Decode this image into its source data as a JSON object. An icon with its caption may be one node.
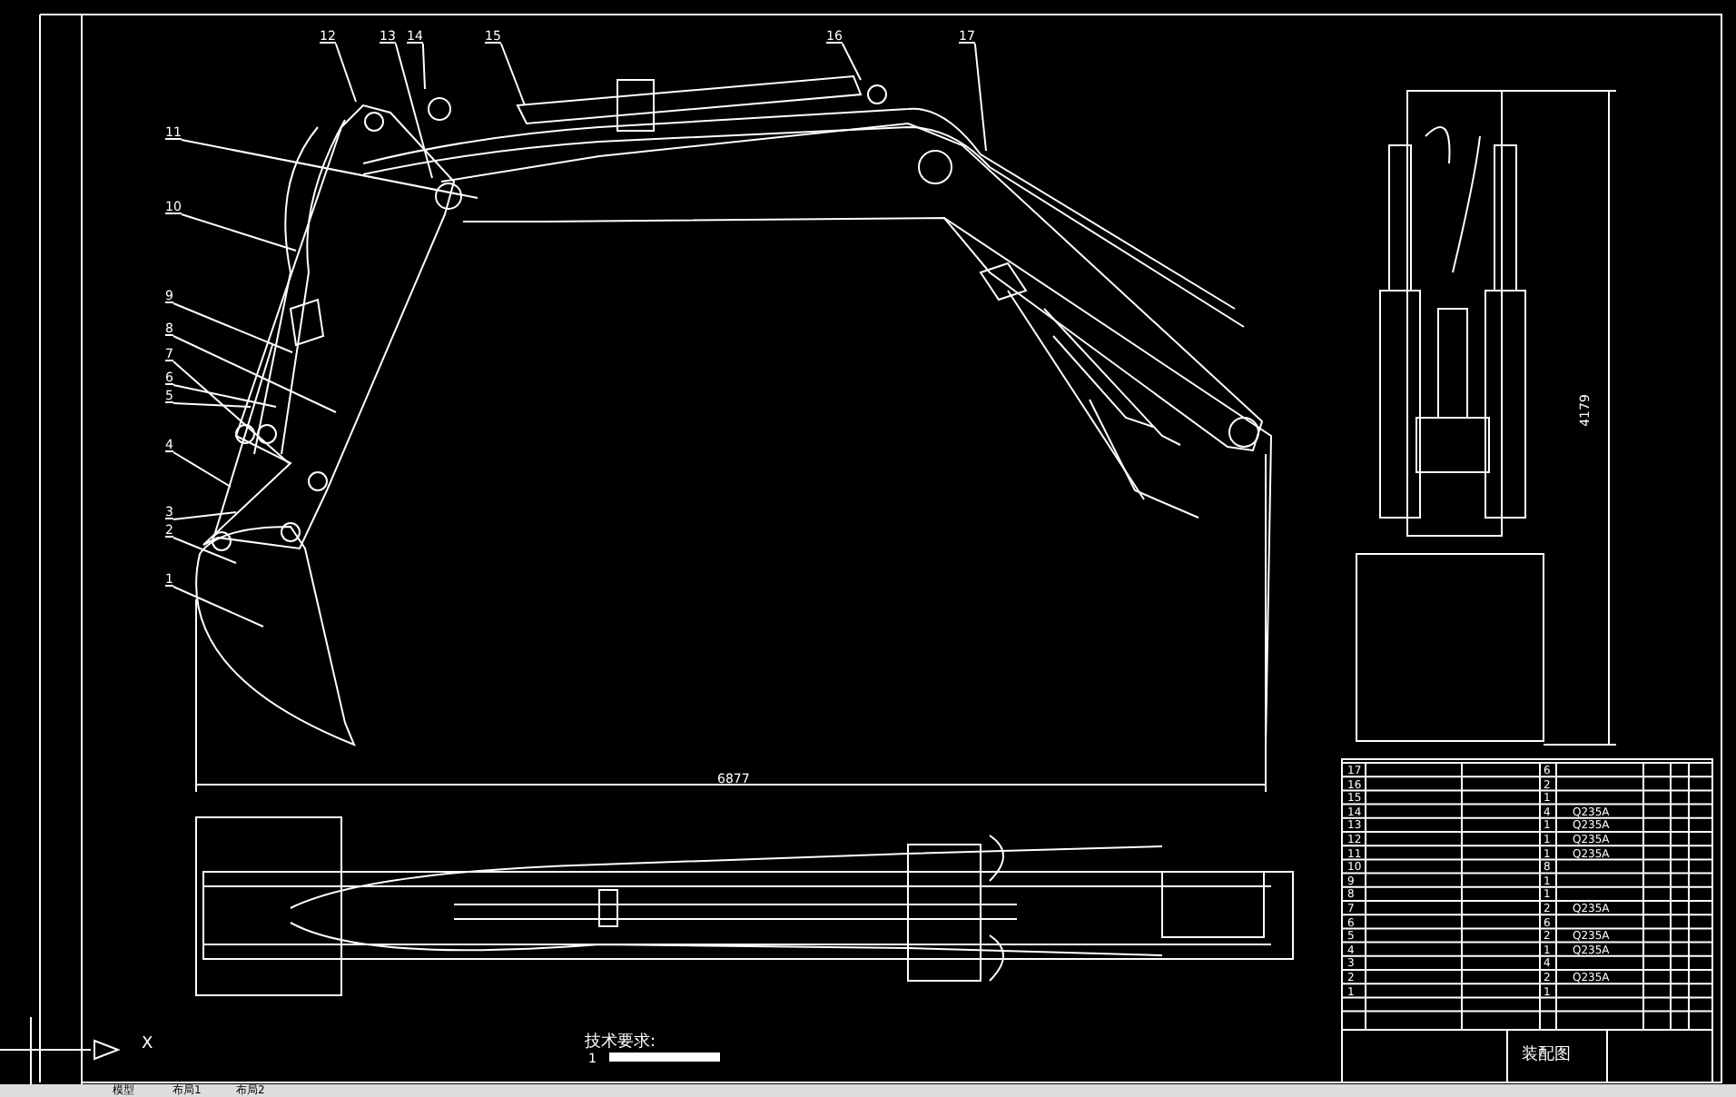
{
  "diagram": {
    "nodes": [
      {
        "text": [
          "12"
        ]
      },
      {
        "text": [
          "13"
        ]
      },
      {
        "text": [
          "14"
        ]
      },
      {
        "text": [
          "15"
        ]
      },
      {
        "text": [
          "16"
        ]
      },
      {
        "text": [
          "17"
        ]
      },
      {
        "text": [
          "11"
        ]
      },
      {
        "text": [
          "10"
        ]
      },
      {
        "text": [
          "9"
        ]
      },
      {
        "text": [
          "8"
        ]
      },
      {
        "text": [
          "7"
        ]
      },
      {
        "text": [
          "6"
        ]
      },
      {
        "text": [
          "5"
        ]
      },
      {
        "text": [
          "4"
        ]
      },
      {
        "text": [
          "3"
        ]
      },
      {
        "text": [
          "2"
        ]
      },
      {
        "text": [
          "1"
        ]
      }
    ],
    "edges": [
      {
        "from": 0,
        "to": null,
        "arrow": "none"
      },
      {
        "from": 1,
        "to": null,
        "arrow": "none"
      },
      {
        "from": 2,
        "to": null,
        "arrow": "none"
      },
      {
        "from": 3,
        "to": null,
        "arrow": "none"
      },
      {
        "from": 4,
        "to": null,
        "arrow": "none"
      },
      {
        "from": 5,
        "to": null,
        "arrow": "none"
      },
      {
        "from": 6,
        "to": null,
        "arrow": "none"
      },
      {
        "from": 7,
        "to": null,
        "arrow": "none"
      },
      {
        "from": 8,
        "to": null,
        "arrow": "none"
      },
      {
        "from": 9,
        "to": null,
        "arrow": "none"
      },
      {
        "from": 10,
        "to": null,
        "arrow": "none"
      },
      {
        "from": 11,
        "to": null,
        "arrow": "none"
      },
      {
        "from": 12,
        "to": null,
        "arrow": "none"
      },
      {
        "from": 13,
        "to": null,
        "arrow": "none"
      },
      {
        "from": 14,
        "to": null,
        "arrow": "none"
      },
      {
        "from": 15,
        "to": null,
        "arrow": "none"
      },
      {
        "from": 16,
        "to": null,
        "arrow": "none"
      }
    ],
    "labels": [
      "6877",
      "4179",
      "17",
      "6",
      "16",
      "2",
      "15",
      "1",
      "14",
      "4",
      "Q235A",
      "13",
      "1",
      "Q235A",
      "12",
      "1",
      "Q235A",
      "11",
      "1",
      "Q235A",
      "10",
      "8",
      "9",
      "1",
      "8",
      "1",
      "7",
      "2",
      "Q235A",
      "6",
      "6",
      "5",
      "2",
      "Q235A",
      "4",
      "1",
      "Q235A",
      "3",
      "4",
      "2",
      "2",
      "Q235A",
      "1",
      "1",
      "技术要求:",
      "1",
      "装配图",
      "X",
      "模型",
      "布局1",
      "布局2"
    ]
  }
}
